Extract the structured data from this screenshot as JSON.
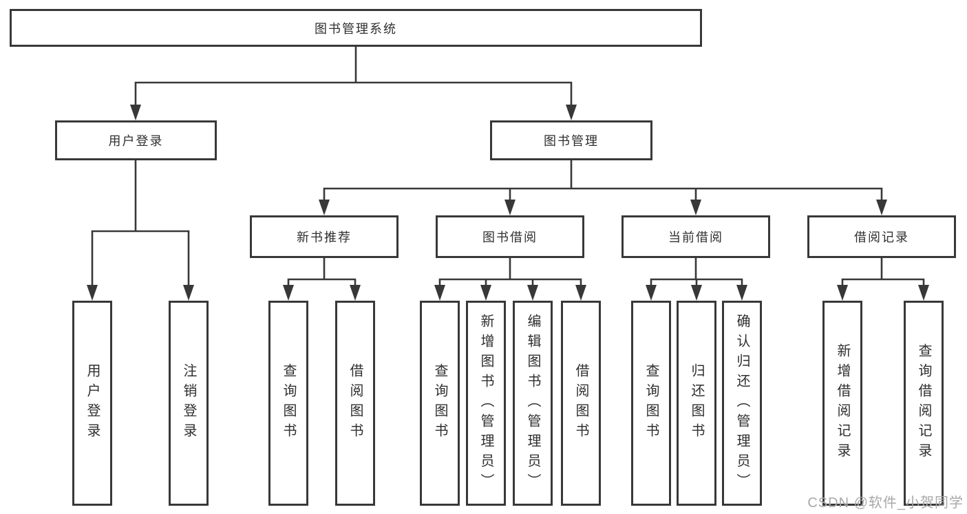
{
  "tree": {
    "label": "图书管理系统",
    "children": [
      {
        "label": "用户登录",
        "children": [
          {
            "label": "用户登录"
          },
          {
            "label": "注销登录"
          }
        ]
      },
      {
        "label": "图书管理",
        "children": [
          {
            "label": "新书推荐",
            "children": [
              {
                "label": "查询图书"
              },
              {
                "label": "借阅图书"
              }
            ]
          },
          {
            "label": "图书借阅",
            "children": [
              {
                "label": "查询图书"
              },
              {
                "label": "新增图书（管理员）"
              },
              {
                "label": "编辑图书（管理员）"
              },
              {
                "label": "借阅图书"
              }
            ]
          },
          {
            "label": "当前借阅",
            "children": [
              {
                "label": "查询图书"
              },
              {
                "label": "归还图书"
              },
              {
                "label": "确认归还（管理员）"
              }
            ]
          },
          {
            "label": "借阅记录",
            "children": [
              {
                "label": "新增借阅记录"
              },
              {
                "label": "查询借阅记录"
              }
            ]
          }
        ]
      }
    ]
  },
  "watermark": {
    "text": "CSDN @软件_小贺同学"
  },
  "colors": {
    "line": "#383838",
    "box_border": "#383838",
    "text": "#2f2f2f",
    "watermark": "#a8a8a8",
    "background": "#ffffff"
  }
}
